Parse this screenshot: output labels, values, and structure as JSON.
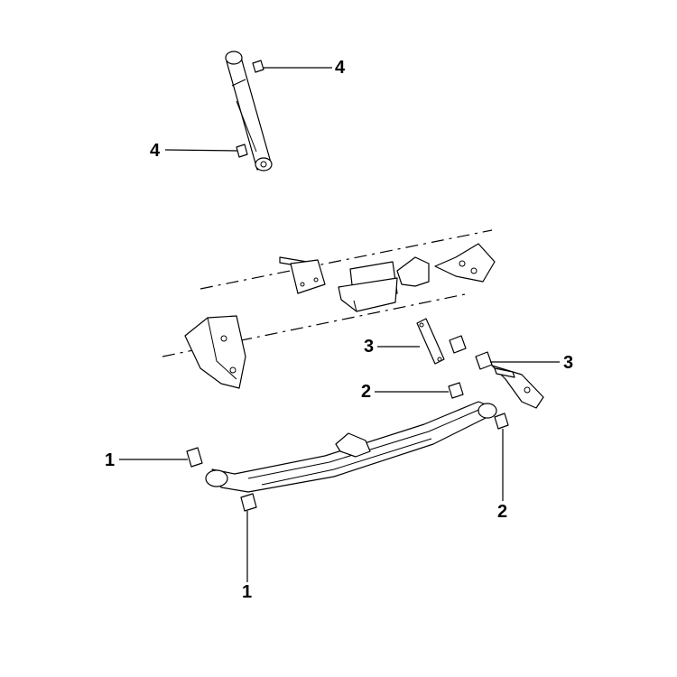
{
  "callouts": {
    "bushing_front_left": "1",
    "bushing_front_lower": "1",
    "bushing_rear_upper": "2",
    "bushing_rear_lower": "2",
    "shackle_left": "3",
    "shackle_right": "3",
    "shock_bushing_upper": "4",
    "shock_bushing_lower": "4"
  }
}
